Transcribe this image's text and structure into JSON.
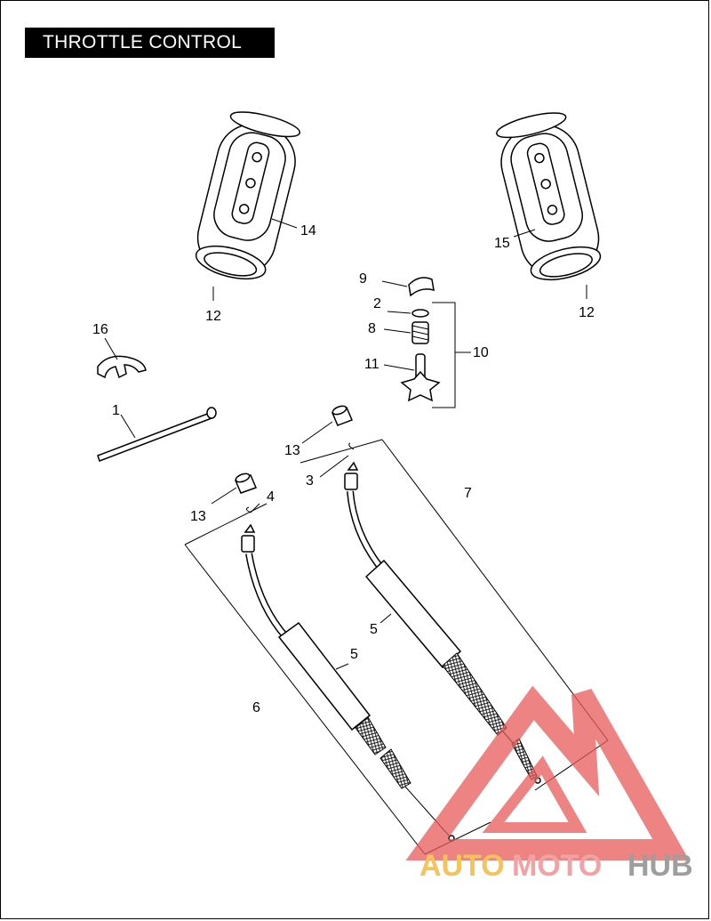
{
  "title": "THROTTLE CONTROL",
  "callouts": {
    "c1": "1",
    "c2": "2",
    "c3": "3",
    "c4": "4",
    "c5a": "5",
    "c5b": "5",
    "c6": "6",
    "c7": "7",
    "c8": "8",
    "c9": "9",
    "c10": "10",
    "c11": "11",
    "c12a": "12",
    "c12b": "12",
    "c13a": "13",
    "c13b": "13",
    "c14": "14",
    "c15": "15",
    "c16": "16"
  },
  "watermark": {
    "part1": "AUTO",
    "part2": "MOTO",
    "part3": "HUB"
  },
  "colors": {
    "watermark_red": "#e85a5a",
    "watermark_yellow": "#f5c35a",
    "watermark_gray": "#9e9e9e"
  }
}
